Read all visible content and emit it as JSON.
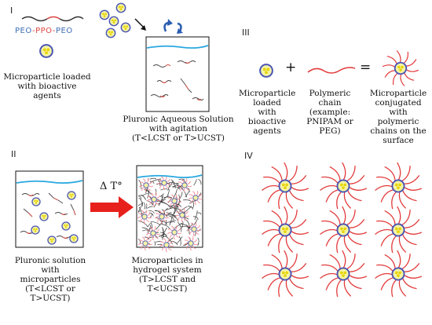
{
  "panels": {
    "p1": "I",
    "p2": "II",
    "p3": "III",
    "p4": "IV"
  },
  "copolymer": {
    "peo_left": "PEO",
    "dash1": "-",
    "ppo": "PPO",
    "dash2": "-",
    "peo_right": "PEO"
  },
  "labels": {
    "microparticle_loaded": "Microparticle loaded\nwith bioactive\nagents",
    "pluronic_aqueous": "Pluronic Aqueous Solution\nwith agitation\n(T<LCST or T>UCST)",
    "mp_loaded_iii": "Microparticle\nloaded\nwith\nbioactive\nagents",
    "polymeric_chain": "Polymeric\nchain\n(example:\nPNIPAM or\nPEG)",
    "conjugated": "Microparticle\nconjugated\nwith\npolymeric\nchains on the\nsurface",
    "pluronic_solution": "Pluronic solution\nwith\nmicroparticles\n(T<LCST or\nT>UCST)",
    "hydrogel_system": "Microparticles in\nhydrogel system\n(T>LCST and\nT<UCST)"
  },
  "operators": {
    "plus": "+",
    "equals": "="
  },
  "arrow": {
    "delta_label": "Δ T°"
  },
  "colors": {
    "peo": "#3b6fb6",
    "ppo": "#d9463f",
    "chain_red": "#e23b3b",
    "water_line": "#29a8e0",
    "particle_fill": "#f4f3a4",
    "particle_stroke": "#4a55b5",
    "arrow_red": "#e8201c",
    "recycle_blue": "#2a5db0"
  },
  "icons": [
    "down-right-arrow-icon",
    "recycle-arrows-icon",
    "right-arrow-icon"
  ]
}
